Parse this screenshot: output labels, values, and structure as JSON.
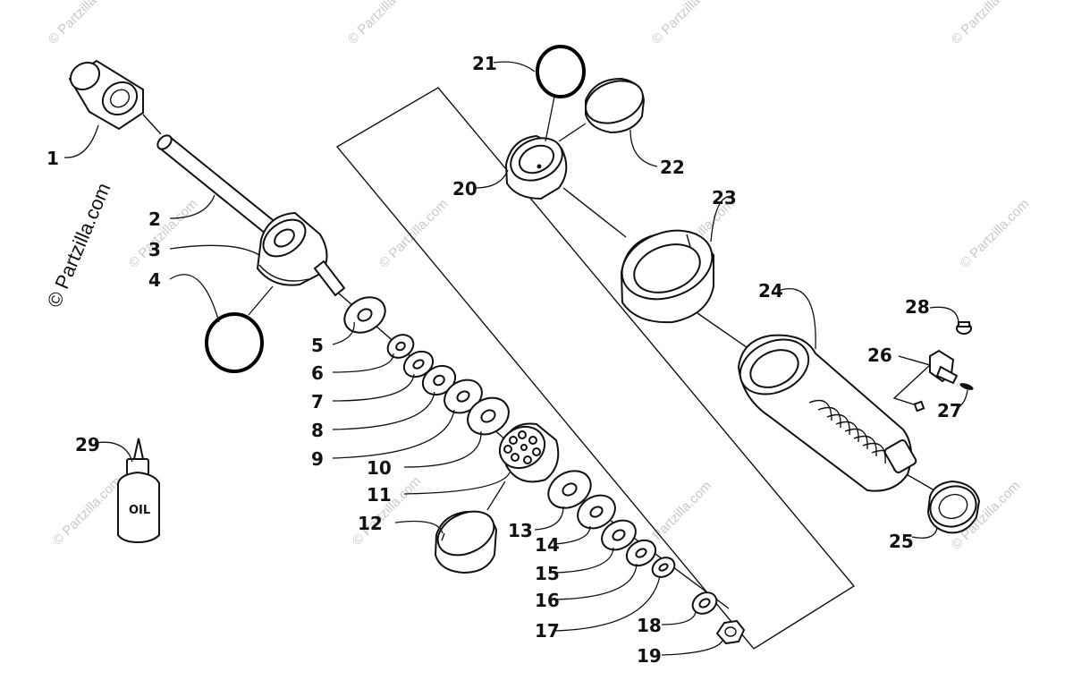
{
  "watermark": "© Partzilla.com",
  "brand": "© Partzilla.com",
  "bottle_label": "OIL",
  "labels": {
    "n1": "1",
    "n2": "2",
    "n3": "3",
    "n4": "4",
    "n5": "5",
    "n6": "6",
    "n7": "7",
    "n8": "8",
    "n9": "9",
    "n10": "10",
    "n11": "11",
    "n12": "12",
    "n13": "13",
    "n14": "14",
    "n15": "15",
    "n16": "16",
    "n17": "17",
    "n18": "18",
    "n19": "19",
    "n20": "20",
    "n21": "21",
    "n22": "22",
    "n23": "23",
    "n24": "24",
    "n25": "25",
    "n26": "26",
    "n27": "27",
    "n28": "28",
    "n29": "29"
  }
}
